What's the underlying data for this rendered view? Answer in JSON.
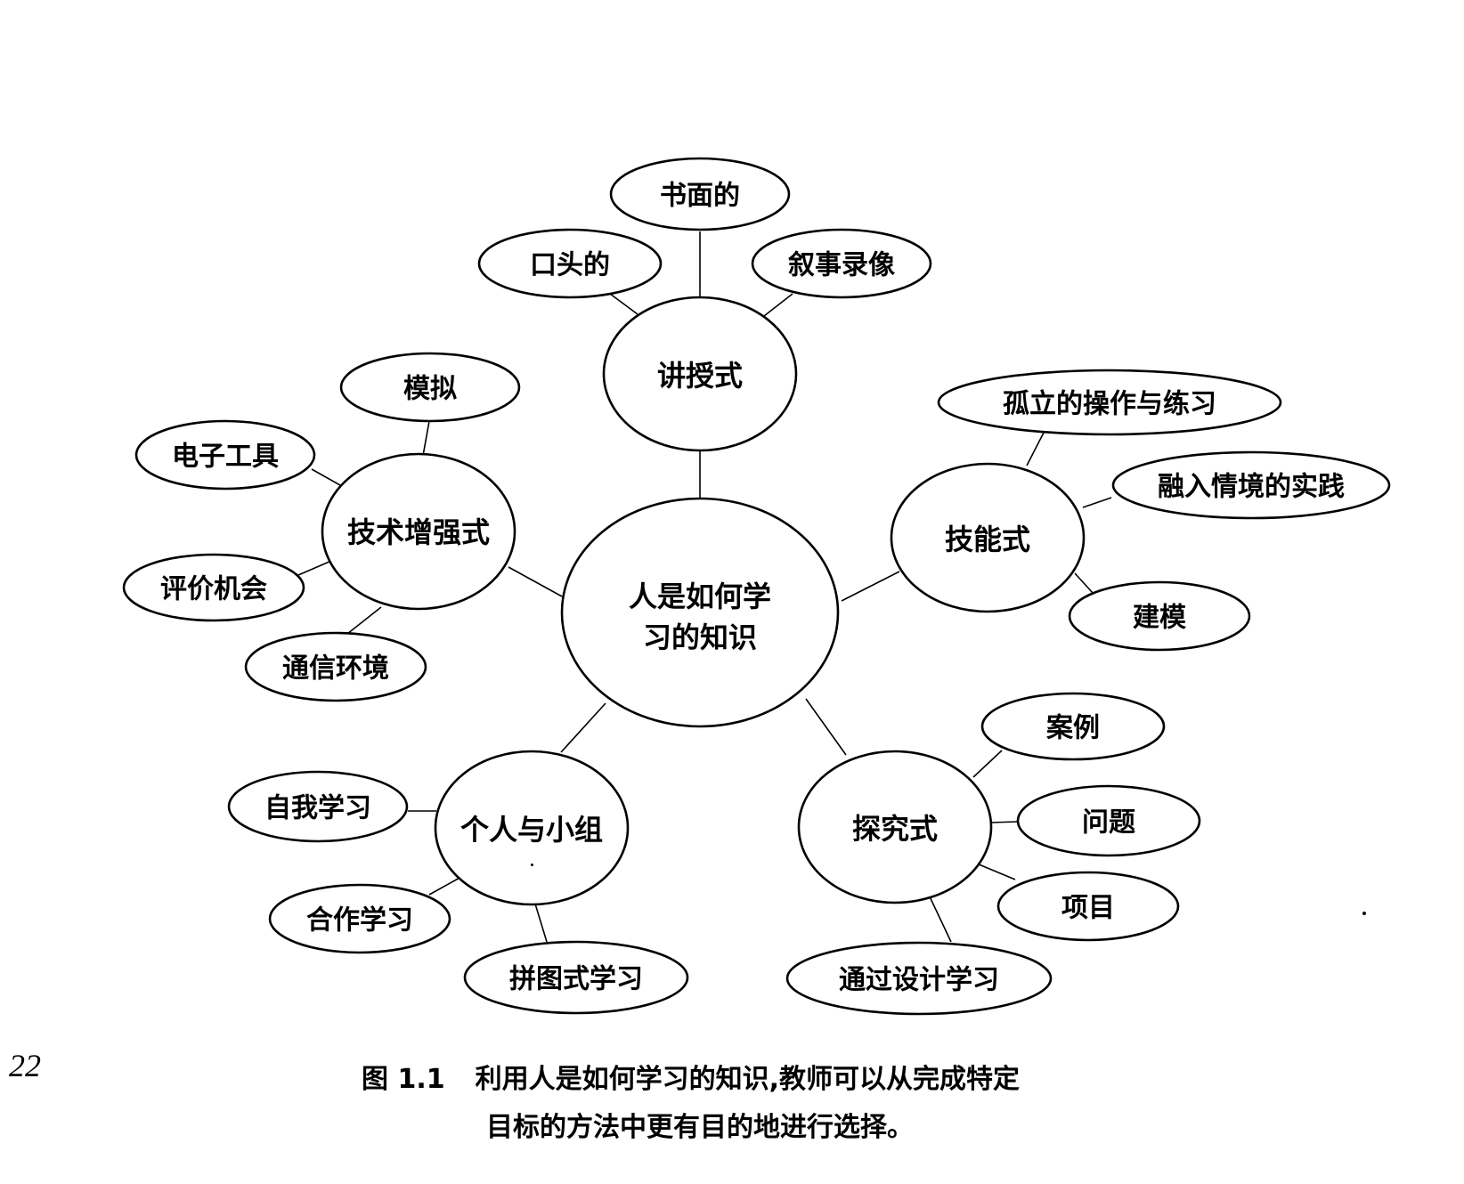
{
  "center": "人是如何学习的知识",
  "center_lines": [
    "人是如何学",
    "习的知识"
  ],
  "hubs": {
    "lecture": {
      "label": "讲授式",
      "leaves": [
        "书面的",
        "口头的",
        "叙事录像"
      ]
    },
    "tech": {
      "label": "技术增强式",
      "leaves": [
        "模拟",
        "电子工具",
        "评价机会",
        "通信环境"
      ]
    },
    "skill": {
      "label": "技能式",
      "leaves": [
        "孤立的操作与练习",
        "融入情境的实践",
        "建模"
      ]
    },
    "group": {
      "label": "个人与小组",
      "leaves": [
        "自我学习",
        "合作学习",
        "拼图式学习"
      ]
    },
    "inquiry": {
      "label": "探究式",
      "leaves": [
        "案例",
        "问题",
        "项目",
        "通过设计学习"
      ]
    }
  },
  "page_number": "22",
  "caption": {
    "figure_label": "图 1.1",
    "line1": "利用人是如何学习的知识,教师可以从完成特定",
    "line2": "目标的方法中更有目的地进行选择。"
  }
}
